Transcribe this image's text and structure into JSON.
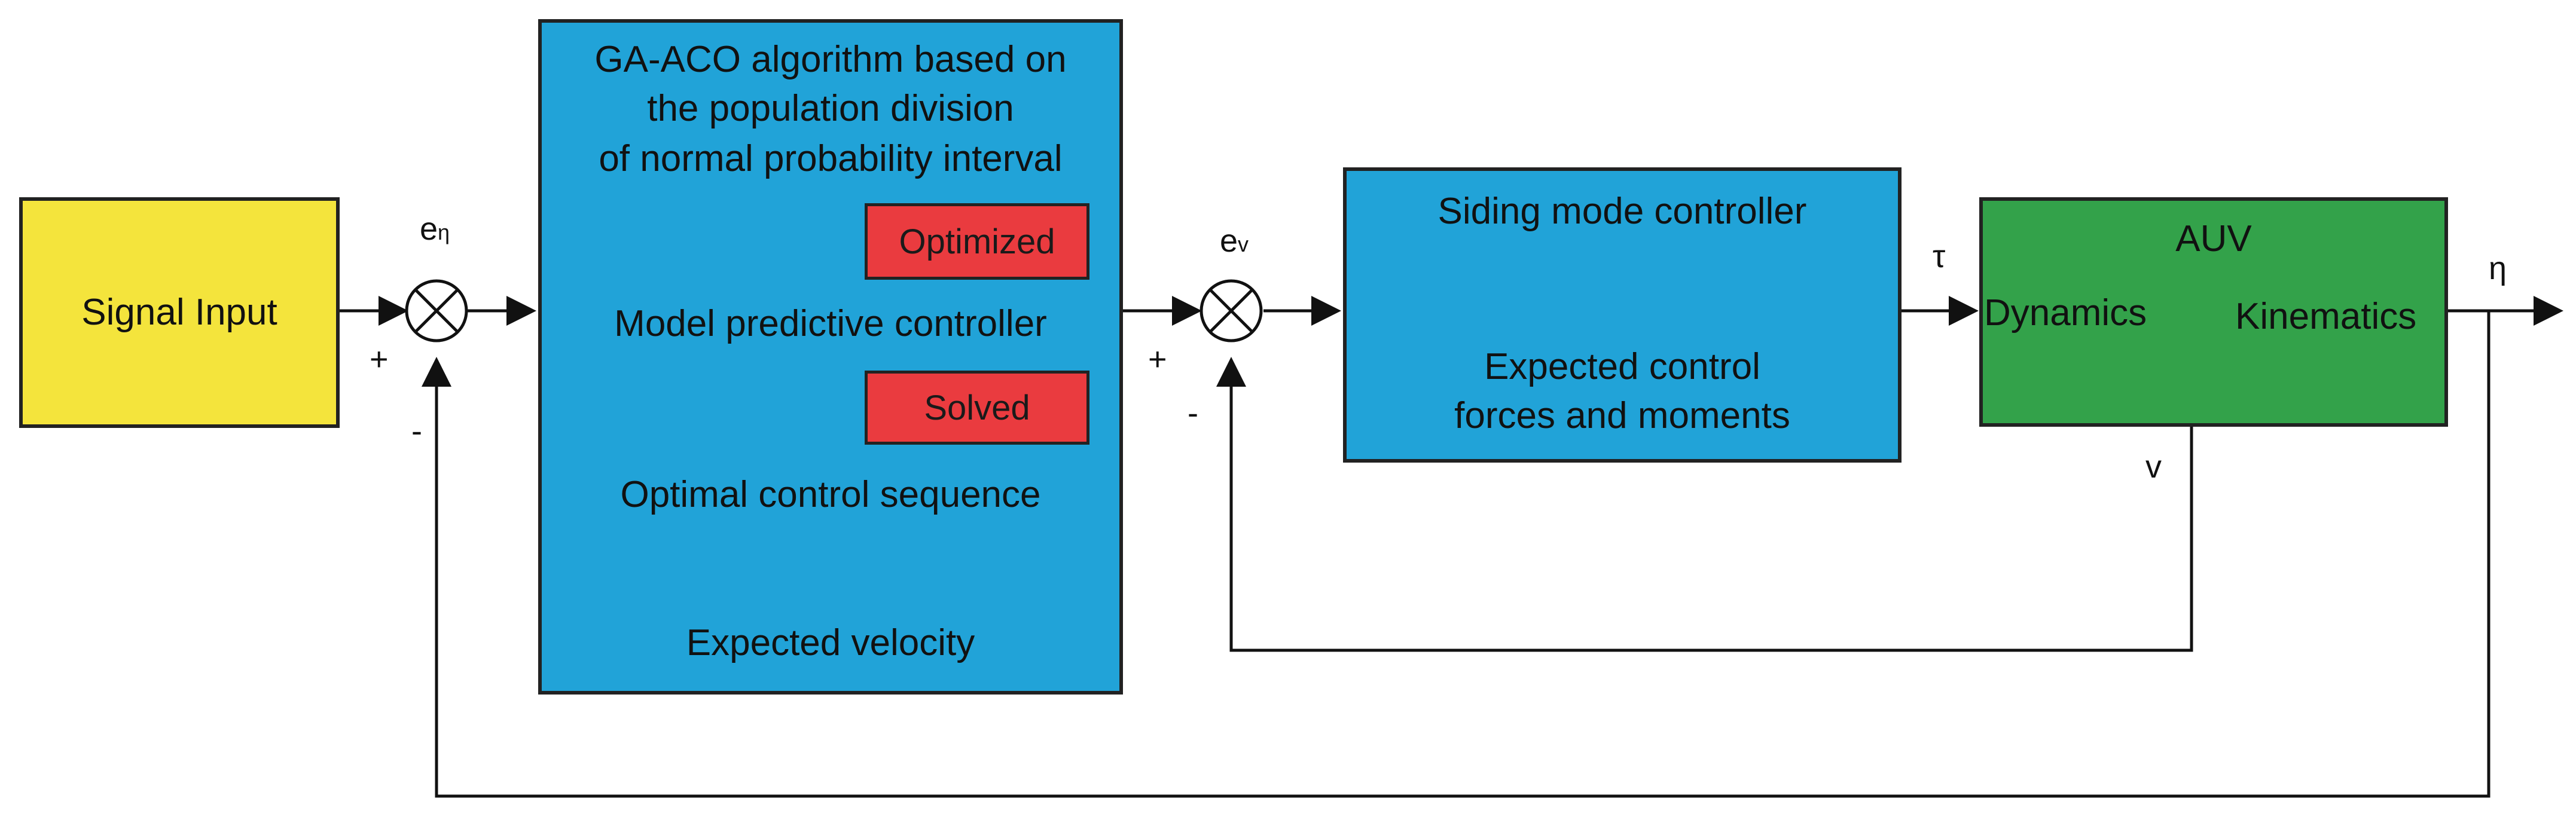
{
  "blocks": {
    "signal_input": "Signal Input",
    "ga_aco": {
      "lines": [
        "GA-ACO algorithm based on",
        "the population division",
        "of normal probability interval"
      ],
      "optimized_badge": "Optimized",
      "mpc": "Model  predictive controller",
      "solved_badge": "Solved",
      "optimal_sequence": "Optimal control sequence",
      "expected_velocity": "Expected velocity"
    },
    "smc": {
      "title": "Siding mode controller",
      "output_lines": [
        "Expected control",
        "forces and moments"
      ]
    },
    "auv": {
      "title": "AUV",
      "dynamics": "Dynamics",
      "kinematics": "Kinematics"
    }
  },
  "signals": {
    "e_eta_base": "e",
    "e_eta_sub": "η",
    "e_v_base": "e",
    "e_v_sub": "v",
    "plus_1": "+",
    "minus_1": "-",
    "plus_2": "+",
    "minus_2": "-",
    "tau": "τ",
    "eta": "η",
    "v": "v"
  },
  "colors": {
    "signal_input": "#f4e43c",
    "controller": "#21a3d8",
    "auv": "#33a24a",
    "badge": "#ea3b3f"
  }
}
